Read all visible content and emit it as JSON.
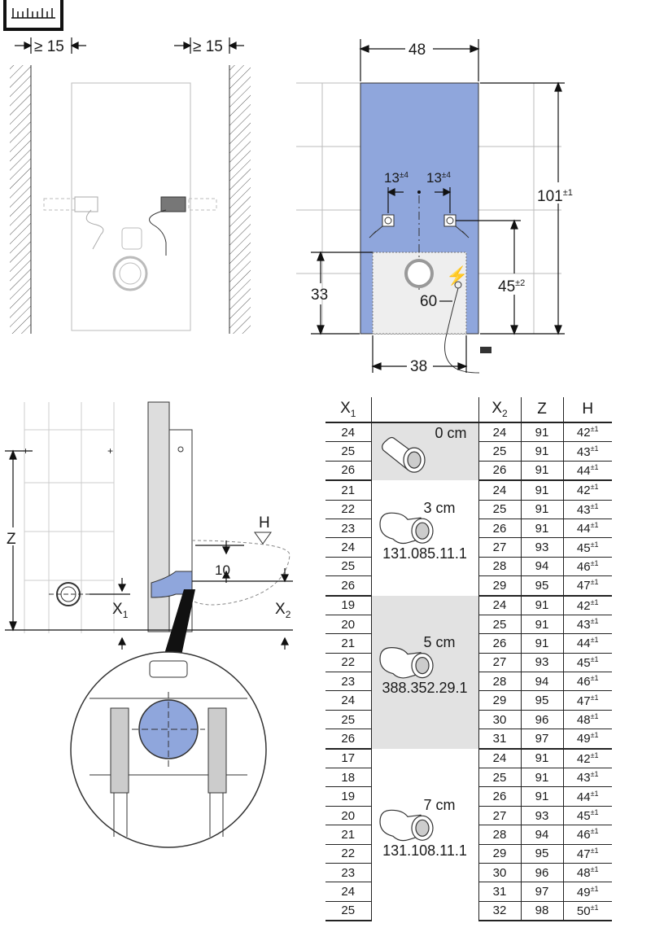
{
  "front_view": {
    "gap_left": "≥ 15",
    "gap_right": "≥ 15"
  },
  "dimension_view": {
    "width": "48",
    "height": "101",
    "height_tol": "±1",
    "offset_left": "13",
    "offset_right": "13",
    "offset_tol": "±4",
    "connector_height": "45",
    "connector_tol": "±2",
    "cutout_height": "33",
    "cutout_width": "38",
    "pipe_diameter": "60",
    "colors": {
      "panel": "#8fa6dc",
      "cutout": "#eeeeee"
    }
  },
  "side_view": {
    "label_z": "Z",
    "label_h": "H",
    "label_x1": "X",
    "label_x1_sub": "1",
    "label_x2": "X",
    "label_x2_sub": "2",
    "offset": "10"
  },
  "table": {
    "headers": {
      "x1": "X",
      "x1_sub": "1",
      "x2": "X",
      "x2_sub": "2",
      "z": "Z",
      "h": "H"
    },
    "tol": "±1",
    "groups": [
      {
        "fitting": "0 cm",
        "code": "",
        "shaded": true,
        "rows": [
          {
            "x1": "24",
            "x2": "24",
            "z": "91",
            "h": "42"
          },
          {
            "x1": "25",
            "x2": "25",
            "z": "91",
            "h": "43"
          },
          {
            "x1": "26",
            "x2": "26",
            "z": "91",
            "h": "44"
          }
        ]
      },
      {
        "fitting": "3 cm",
        "code": "131.085.11.1",
        "shaded": false,
        "rows": [
          {
            "x1": "21",
            "x2": "24",
            "z": "91",
            "h": "42"
          },
          {
            "x1": "22",
            "x2": "25",
            "z": "91",
            "h": "43"
          },
          {
            "x1": "23",
            "x2": "26",
            "z": "91",
            "h": "44"
          },
          {
            "x1": "24",
            "x2": "27",
            "z": "93",
            "h": "45"
          },
          {
            "x1": "25",
            "x2": "28",
            "z": "94",
            "h": "46"
          },
          {
            "x1": "26",
            "x2": "29",
            "z": "95",
            "h": "47"
          }
        ]
      },
      {
        "fitting": "5 cm",
        "code": "388.352.29.1",
        "shaded": true,
        "rows": [
          {
            "x1": "19",
            "x2": "24",
            "z": "91",
            "h": "42"
          },
          {
            "x1": "20",
            "x2": "25",
            "z": "91",
            "h": "43"
          },
          {
            "x1": "21",
            "x2": "26",
            "z": "91",
            "h": "44"
          },
          {
            "x1": "22",
            "x2": "27",
            "z": "93",
            "h": "45"
          },
          {
            "x1": "23",
            "x2": "28",
            "z": "94",
            "h": "46"
          },
          {
            "x1": "24",
            "x2": "29",
            "z": "95",
            "h": "47"
          },
          {
            "x1": "25",
            "x2": "30",
            "z": "96",
            "h": "48"
          },
          {
            "x1": "26",
            "x2": "31",
            "z": "97",
            "h": "49"
          }
        ]
      },
      {
        "fitting": "7 cm",
        "code": "131.108.11.1",
        "shaded": false,
        "rows": [
          {
            "x1": "17",
            "x2": "24",
            "z": "91",
            "h": "42"
          },
          {
            "x1": "18",
            "x2": "25",
            "z": "91",
            "h": "43"
          },
          {
            "x1": "19",
            "x2": "26",
            "z": "91",
            "h": "44"
          },
          {
            "x1": "20",
            "x2": "27",
            "z": "93",
            "h": "45"
          },
          {
            "x1": "21",
            "x2": "28",
            "z": "94",
            "h": "46"
          },
          {
            "x1": "22",
            "x2": "29",
            "z": "95",
            "h": "47"
          },
          {
            "x1": "23",
            "x2": "30",
            "z": "96",
            "h": "48"
          },
          {
            "x1": "24",
            "x2": "31",
            "z": "97",
            "h": "49"
          },
          {
            "x1": "25",
            "x2": "32",
            "z": "98",
            "h": "50"
          }
        ]
      }
    ]
  }
}
